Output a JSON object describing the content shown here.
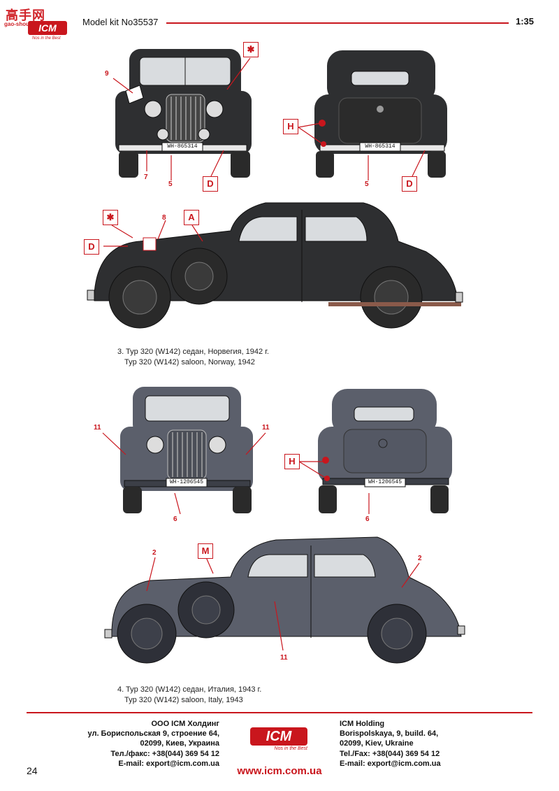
{
  "header": {
    "title": "Model kit No35537",
    "scale": "1:35"
  },
  "watermark": {
    "site_cn": "高手网",
    "site_url": "gao-shou.com",
    "brand": "ICM",
    "tagline": "Nos in the Best"
  },
  "variant3": {
    "caption_ru": "3. Typ 320 (W142) седан, Норвегия, 1942 г.",
    "caption_en": "Typ 320 (W142) saloon, Norway, 1942",
    "plate": "WH-865314",
    "body_color": "#2e2f31",
    "callouts_boxed": [
      "H",
      "D",
      "D",
      "A",
      "D"
    ],
    "callout_numbers": [
      "9",
      "7",
      "5",
      "5",
      "8"
    ]
  },
  "variant4": {
    "caption_ru": "4. Typ 320 (W142) седан, Италия, 1943 г.",
    "caption_en": "Typ 320 (W142) saloon, Italy, 1943",
    "plate": "WH-1206545",
    "body_color": "#5b5f6b",
    "callouts_boxed": [
      "H",
      "M"
    ],
    "callout_numbers": [
      "11",
      "11",
      "6",
      "6",
      "2",
      "2",
      "11"
    ]
  },
  "footer": {
    "left_lines": [
      "ООО ICM Холдинг",
      "ул. Бориспольская 9, строение 64,",
      "02099, Киев, Украина",
      "Тел./факс: +38(044) 369 54 12",
      "E-mail: export@icm.com.ua"
    ],
    "right_lines": [
      "ICM Holding",
      "Borispolskaya, 9, build. 64,",
      "02099, Kiev, Ukraine",
      "Tel./Fax: +38(044) 369 54 12",
      "E-mail: export@icm.com.ua"
    ],
    "logo": "ICM",
    "logo_tagline": "Nos in the Best",
    "url": "www.icm.com.ua",
    "page_number": "24"
  },
  "colors": {
    "accent": "#c9161d"
  }
}
